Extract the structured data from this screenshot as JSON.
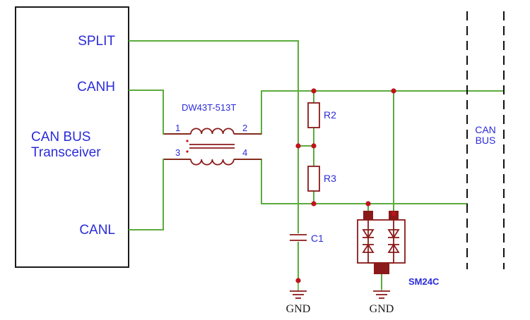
{
  "transceiver": {
    "title_line1": "CAN BUS",
    "title_line2": "Transceiver",
    "pin_split": "SPLIT",
    "pin_canh": "CANH",
    "pin_canl": "CANL"
  },
  "choke": {
    "part": "DW43T-513T",
    "pin1": "1",
    "pin2": "2",
    "pin3": "3",
    "pin4": "4"
  },
  "resistors": {
    "r2": "R2",
    "r3": "R3"
  },
  "capacitor": {
    "c1": "C1"
  },
  "tvs": {
    "part": "SM24C"
  },
  "ground": {
    "gnd_left": "GND",
    "gnd_right": "GND"
  },
  "bus": {
    "line1": "CAN",
    "line2": "BUS"
  },
  "colors": {
    "wire": "#5aac3c",
    "component": "#8b1a1a",
    "junction": "#c0141b",
    "label": "#2b2bd9"
  }
}
